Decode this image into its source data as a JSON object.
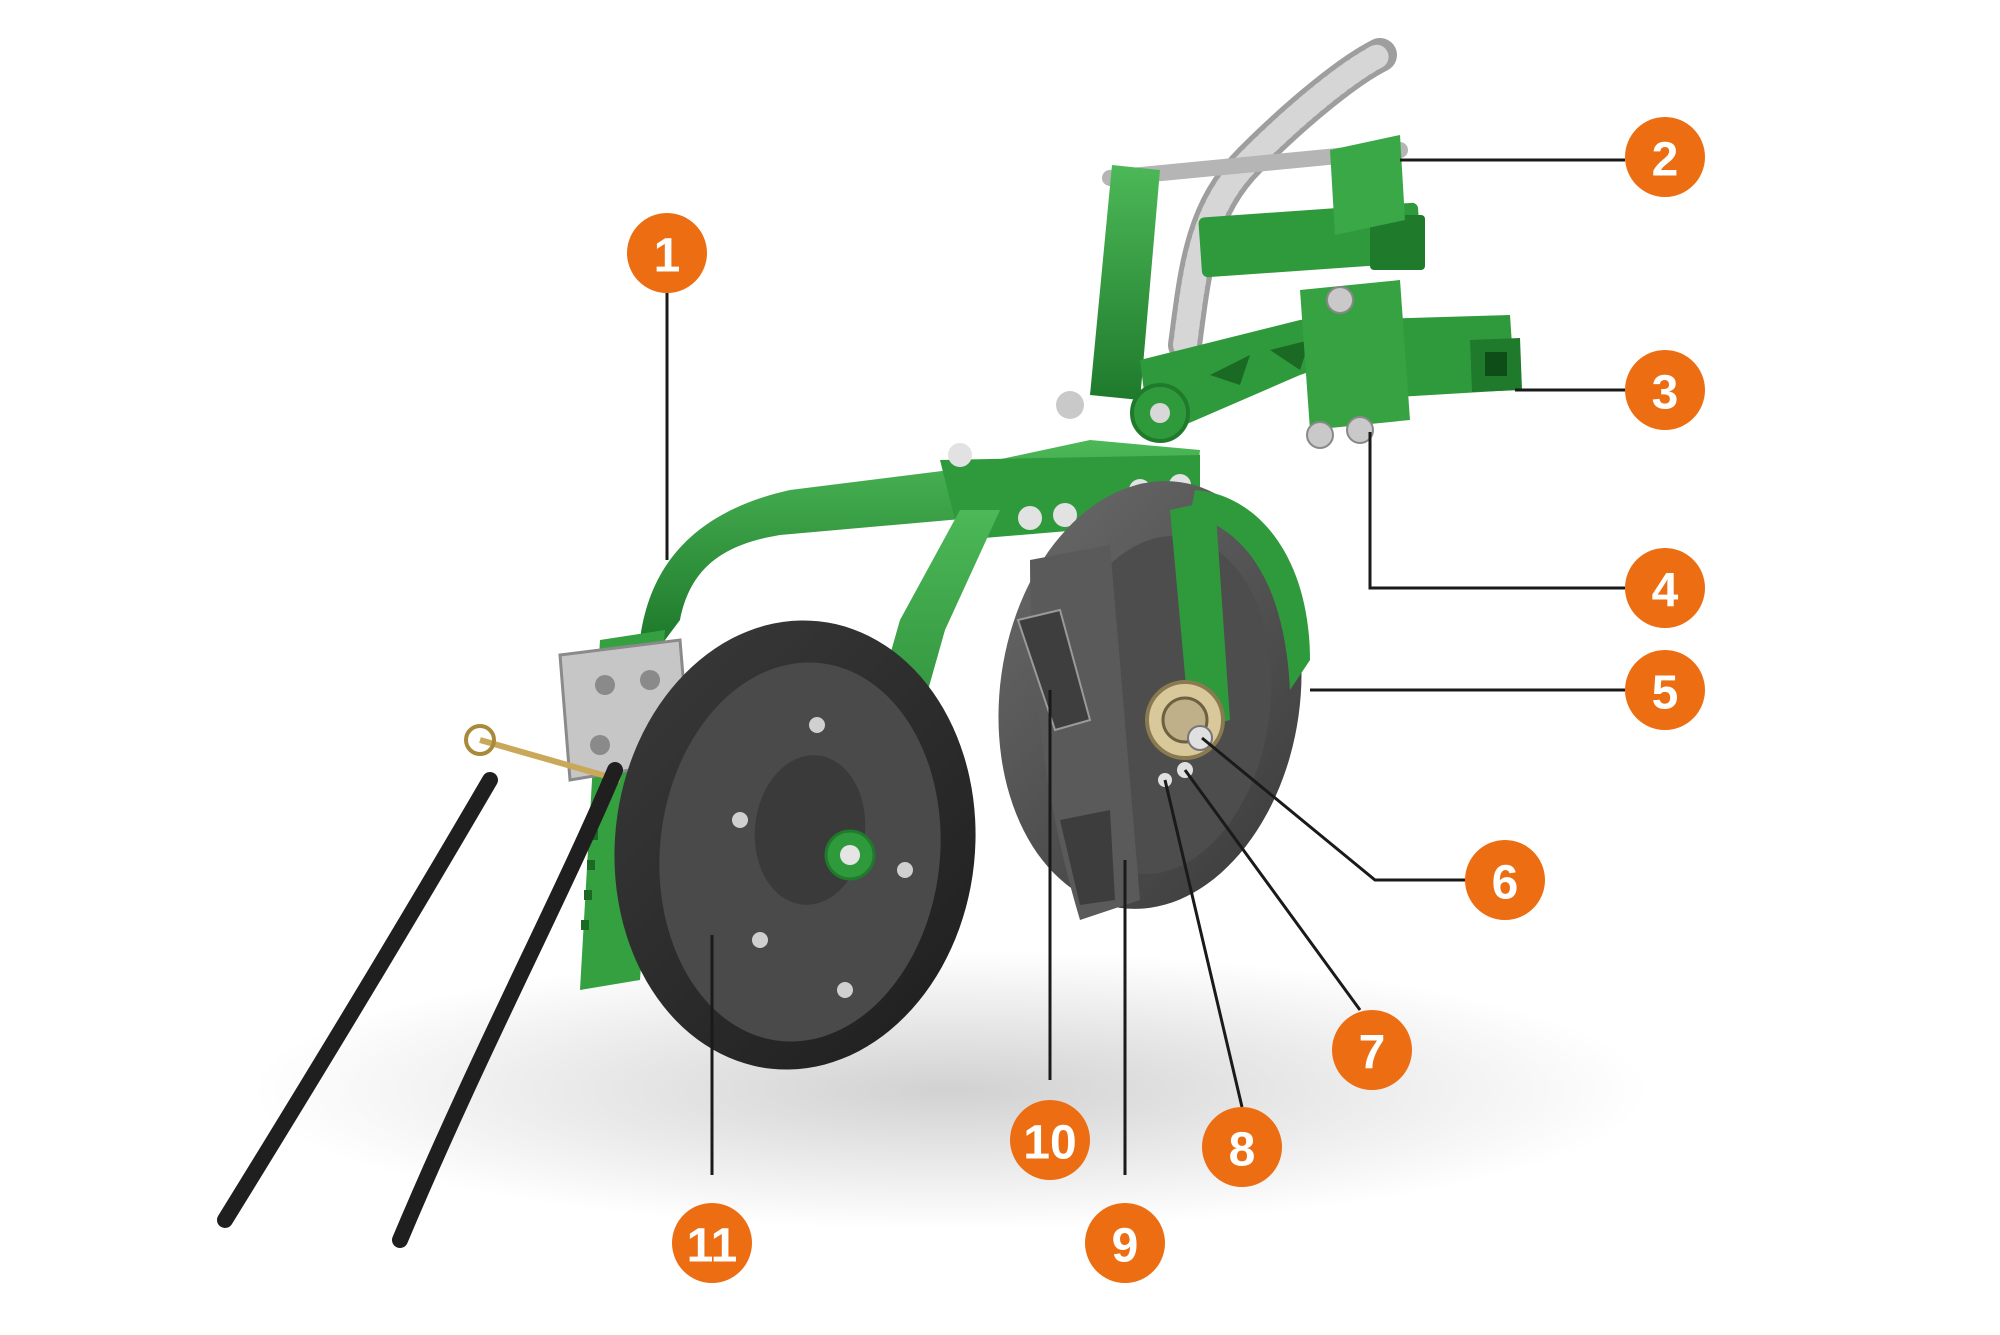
{
  "colors": {
    "frame_green": "#2f9a3c",
    "frame_green_dark": "#1f7a2c",
    "frame_green_light": "#4cb857",
    "callout_orange": "#ec6d12",
    "wheel_black": "#2a2a2a",
    "hub_grey": "#505050",
    "spring_grey": "#b8b8b8",
    "leader_black": "#1a1a1a"
  },
  "callouts": [
    {
      "id": "1",
      "label": "1"
    },
    {
      "id": "2",
      "label": "2"
    },
    {
      "id": "3",
      "label": "3"
    },
    {
      "id": "4",
      "label": "4"
    },
    {
      "id": "5",
      "label": "5"
    },
    {
      "id": "6",
      "label": "6"
    },
    {
      "id": "7",
      "label": "7"
    },
    {
      "id": "8",
      "label": "8"
    },
    {
      "id": "9",
      "label": "9"
    },
    {
      "id": "10",
      "label": "10"
    },
    {
      "id": "11",
      "label": "11"
    }
  ]
}
